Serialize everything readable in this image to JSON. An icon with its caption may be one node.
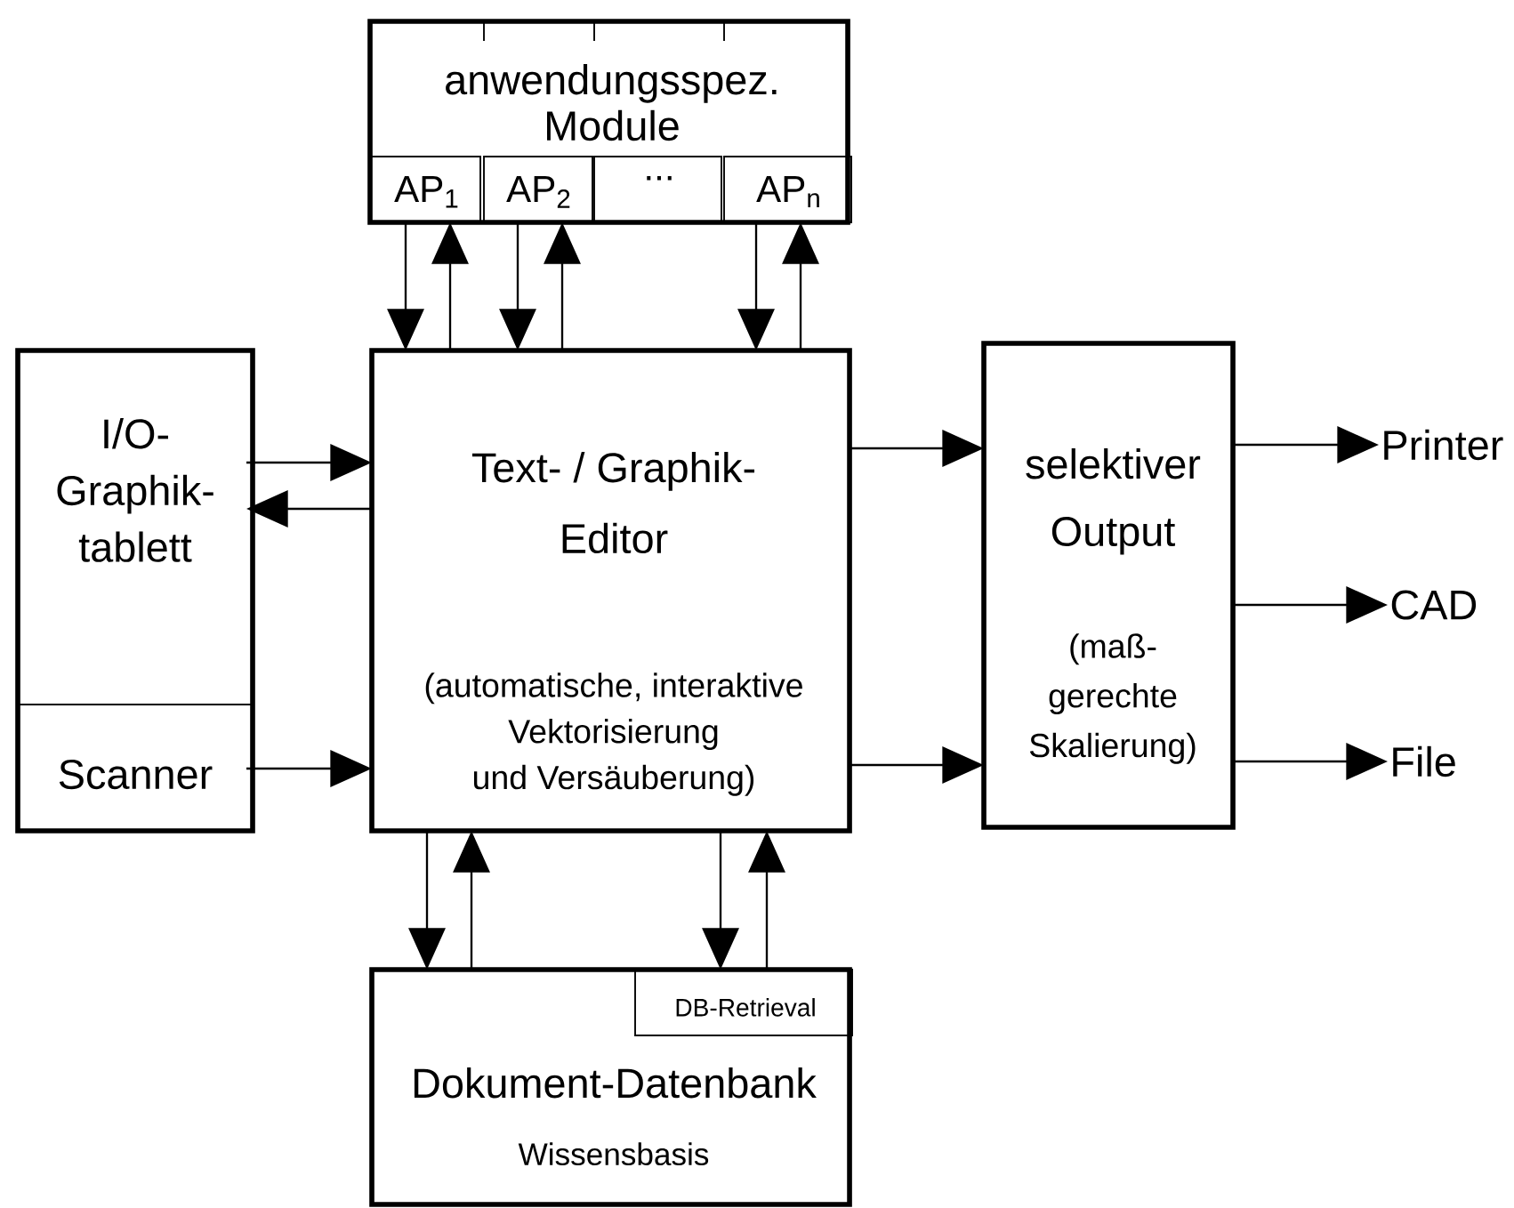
{
  "diagram": {
    "nodes": [
      {
        "text": [
          "anwendungsspez. Module"
        ]
      },
      {
        "text": [
          "AP$_{1}$"
        ],
        "in": 0
      },
      {
        "text": [
          "AP$_{2}$"
        ],
        "in": 0
      },
      {
        "text": [
          "..."
        ],
        "in": 0
      },
      {
        "text": [
          "AP$_{n}$"
        ],
        "in": 0
      },
      {
        "text": [
          "I/O- Graphik- tablett"
        ]
      },
      {
        "text": [
          "Scanner"
        ]
      },
      {
        "text": [
          "Text- / Graphik- Editor",
          "(automatische, interaktive Vektorisierung und Versäuberung)"
        ]
      },
      {
        "text": [
          "selektiver Output",
          "(maß- gerechte Skalierung)"
        ]
      },
      {
        "text": [
          "Printer"
        ]
      },
      {
        "text": [
          "CAD"
        ]
      },
      {
        "text": [
          "File"
        ]
      },
      {
        "text": [
          "Dokument-Datenbank",
          "Wissensbasis"
        ]
      },
      {
        "text": [
          "DB-Retrieval"
        ],
        "in": 12
      }
    ],
    "edges": [
      {
        "from": 1,
        "to": 7,
        "arrow": "to"
      },
      {
        "from": 7,
        "to": 1,
        "arrow": "to"
      },
      {
        "from": 2,
        "to": 7,
        "arrow": "to"
      },
      {
        "from": 7,
        "to": 2,
        "arrow": "to"
      },
      {
        "from": 4,
        "to": 7,
        "arrow": "to"
      },
      {
        "from": 7,
        "to": 4,
        "arrow": "to"
      },
      {
        "from": 5,
        "to": 7,
        "arrow": "to"
      },
      {
        "from": 7,
        "to": 5,
        "arrow": "to"
      },
      {
        "from": 6,
        "to": 7,
        "arrow": "to"
      },
      {
        "from": 7,
        "to": 8,
        "arrow": "to"
      },
      {
        "from": 7,
        "to": 8,
        "arrow": "to"
      },
      {
        "from": 8,
        "to": 9,
        "arrow": "to"
      },
      {
        "from": 8,
        "to": 10,
        "arrow": "to"
      },
      {
        "from": 8,
        "to": 11,
        "arrow": "to"
      },
      {
        "from": 7,
        "to": 12,
        "arrow": "to"
      },
      {
        "from": 12,
        "to": 7,
        "arrow": "to"
      },
      {
        "from": 7,
        "to": 13,
        "arrow": "to"
      },
      {
        "from": 13,
        "to": 7,
        "arrow": "to"
      }
    ]
  }
}
